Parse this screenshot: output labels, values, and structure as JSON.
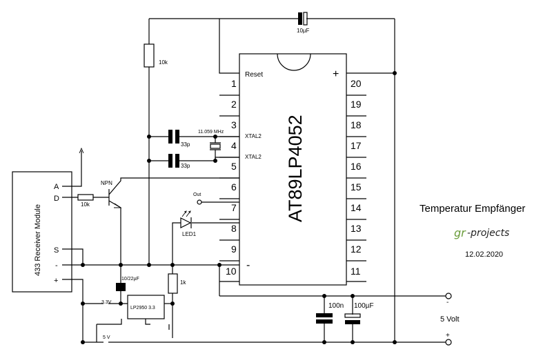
{
  "chip": {
    "name": "AT89LP4052",
    "reset_label": "Reset",
    "plus_label": "+",
    "minus_label": "-",
    "left_pins": [
      "1",
      "2",
      "3",
      "4",
      "5",
      "6",
      "7",
      "8",
      "9",
      "10"
    ],
    "right_pins": [
      "20",
      "19",
      "18",
      "17",
      "16",
      "15",
      "14",
      "13",
      "12",
      "11"
    ],
    "xtal_label_3": "XTAL2",
    "xtal_label_5": "XTAL2"
  },
  "module": {
    "name": "433 Receiver Module",
    "pin_a": "A",
    "pin_d": "D",
    "pin_s": "S",
    "pin_minus": "-",
    "pin_plus": "+"
  },
  "components": {
    "cap_top": "10µF",
    "r_reset": "10k",
    "crystal": "11.059 MHz",
    "cap_33p_1": "33p",
    "cap_33p_2": "33p",
    "transistor": "NPN",
    "r_base": "10k",
    "out": "Out",
    "led": "LED1",
    "r_led": "1k",
    "cap_reg": "10/22µF",
    "regulator": "LP2950 3.3",
    "v33": "3.3V",
    "v5": "5 V",
    "cap_100n": "100n",
    "cap_100u": "100µF"
  },
  "supply": {
    "minus": "-",
    "voltage": "5 Volt",
    "plus": "+"
  },
  "info": {
    "title": "Temperatur Empfänger",
    "logo_gr": "gr",
    "logo_rest": "-projects",
    "date": "12.02.2020"
  }
}
